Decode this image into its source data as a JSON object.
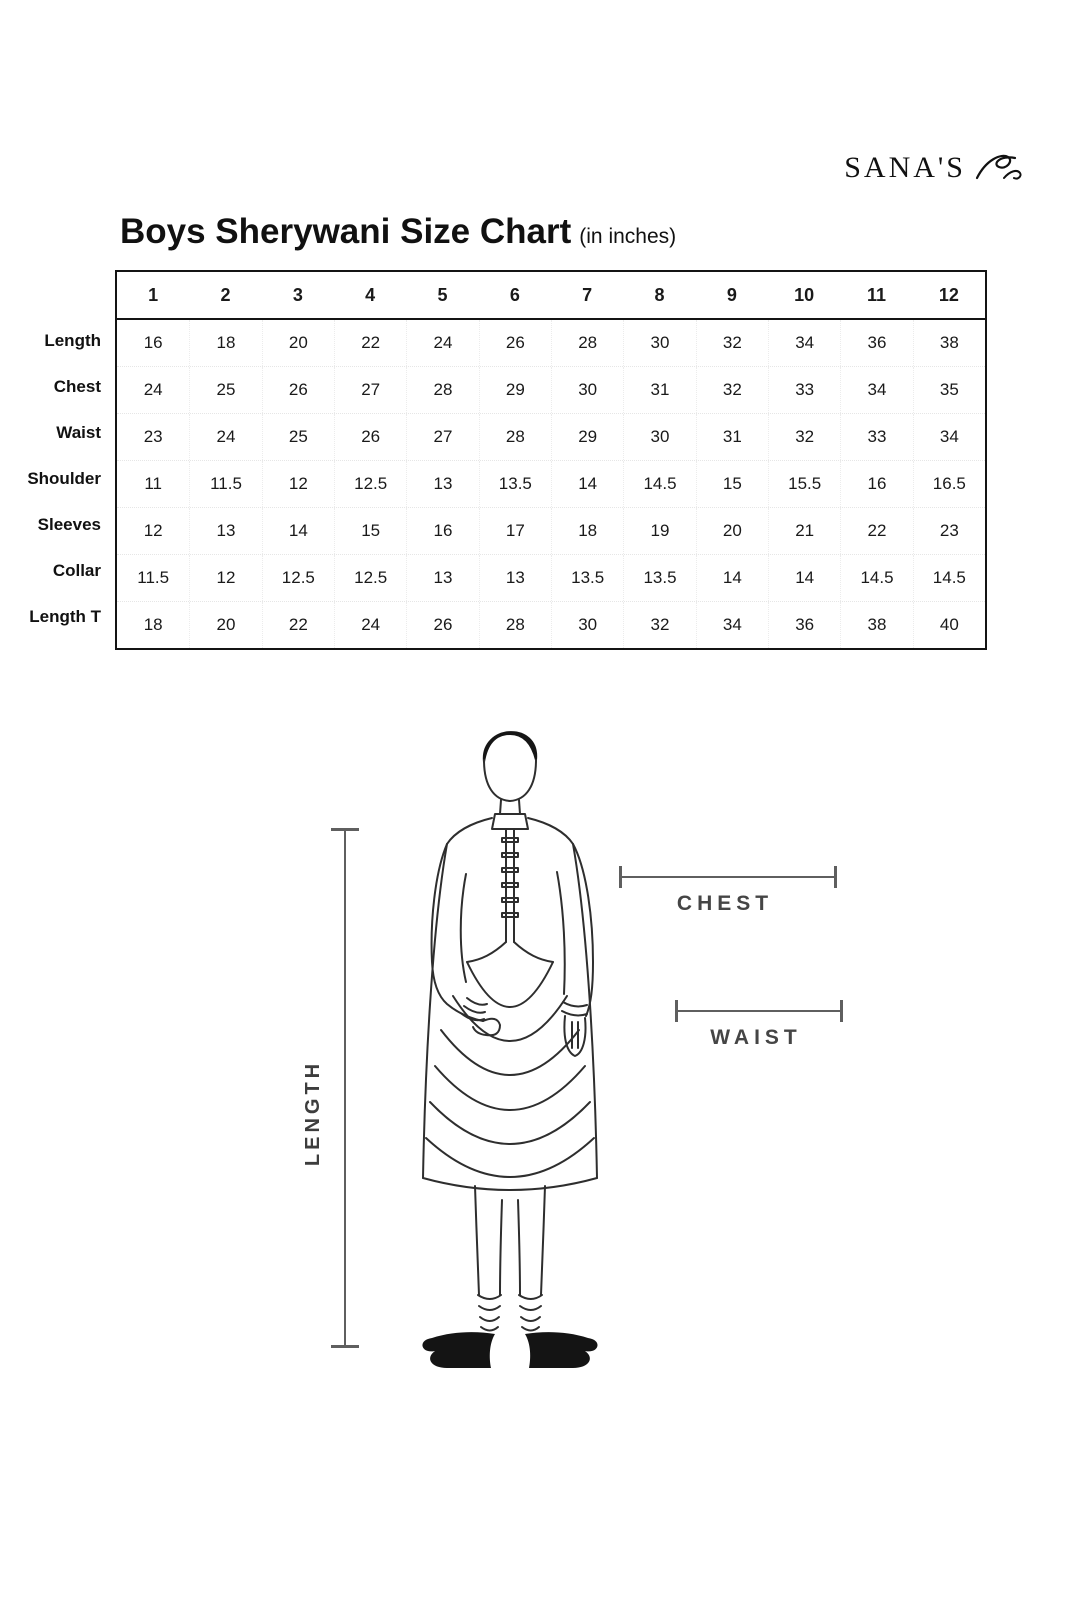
{
  "brand": {
    "name": "SANA'S"
  },
  "header": {
    "title": "Boys Sherywani Size Chart",
    "subtitle": "(in inches)"
  },
  "size_chart": {
    "columns": [
      "1",
      "2",
      "3",
      "4",
      "5",
      "6",
      "7",
      "8",
      "9",
      "10",
      "11",
      "12"
    ],
    "rows": [
      {
        "label": "Length",
        "values": [
          "16",
          "18",
          "20",
          "22",
          "24",
          "26",
          "28",
          "30",
          "32",
          "34",
          "36",
          "38"
        ]
      },
      {
        "label": "Chest",
        "values": [
          "24",
          "25",
          "26",
          "27",
          "28",
          "29",
          "30",
          "31",
          "32",
          "33",
          "34",
          "35"
        ]
      },
      {
        "label": "Waist",
        "values": [
          "23",
          "24",
          "25",
          "26",
          "27",
          "28",
          "29",
          "30",
          "31",
          "32",
          "33",
          "34"
        ]
      },
      {
        "label": "Shoulder",
        "values": [
          "11",
          "11.5",
          "12",
          "12.5",
          "13",
          "13.5",
          "14",
          "14.5",
          "15",
          "15.5",
          "16",
          "16.5"
        ]
      },
      {
        "label": "Sleeves",
        "values": [
          "12",
          "13",
          "14",
          "15",
          "16",
          "17",
          "18",
          "19",
          "20",
          "21",
          "22",
          "23"
        ]
      },
      {
        "label": "Collar",
        "values": [
          "11.5",
          "12",
          "12.5",
          "12.5",
          "13",
          "13",
          "13.5",
          "13.5",
          "14",
          "14",
          "14.5",
          "14.5"
        ]
      },
      {
        "label": "Length T",
        "values": [
          "18",
          "20",
          "22",
          "24",
          "26",
          "28",
          "30",
          "32",
          "34",
          "36",
          "38",
          "40"
        ]
      }
    ]
  },
  "diagram": {
    "length_label": "LENGTH",
    "chest_label": "CHEST",
    "waist_label": "WAIST"
  },
  "colors": {
    "ink": "#1a1a1a",
    "measure_line": "#5f5f5f",
    "measure_label": "#454545"
  }
}
